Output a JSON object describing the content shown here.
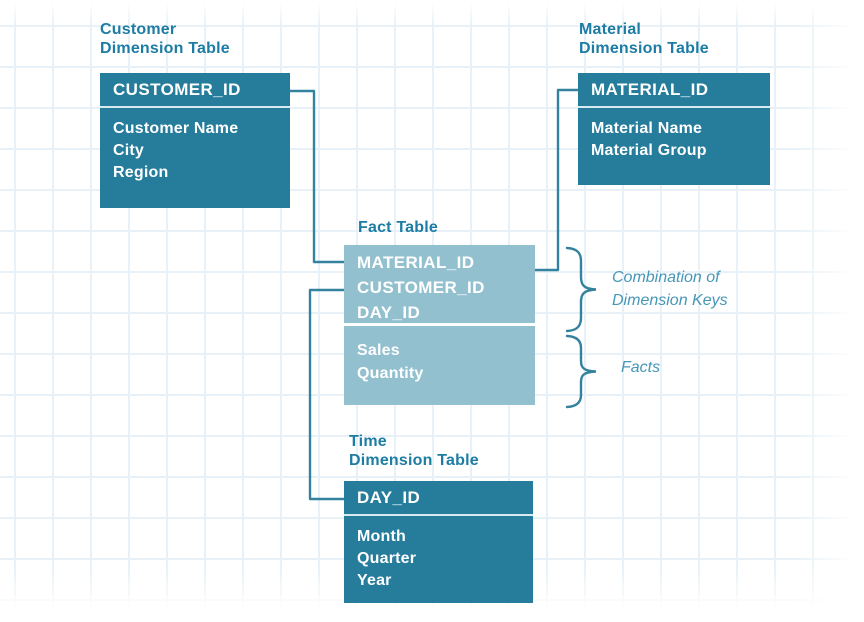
{
  "customer": {
    "title_line1": "Customer",
    "title_line2": "Dimension Table",
    "key": "CUSTOMER_ID",
    "fields": [
      "Customer Name",
      "City",
      "Region"
    ]
  },
  "material": {
    "title_line1": "Material",
    "title_line2": "Dimension Table",
    "key": "MATERIAL_ID",
    "fields": [
      "Material Name",
      "Material Group"
    ]
  },
  "fact": {
    "title": "Fact Table",
    "keys": [
      "MATERIAL_ID",
      "CUSTOMER_ID",
      "DAY_ID"
    ],
    "measures": [
      "Sales",
      "Quantity"
    ]
  },
  "time": {
    "title_line1": "Time",
    "title_line2": "Dimension Table",
    "key": "DAY_ID",
    "fields": [
      "Month",
      "Quarter",
      "Year"
    ]
  },
  "annotations": {
    "keys_line1": "Combination of",
    "keys_line2": "Dimension Keys",
    "facts": "Facts"
  },
  "colors": {
    "box_teal": "#257c9b",
    "fact_blue": "#93c0cf",
    "title_teal": "#1d7ca3",
    "annotation_teal": "#4696b6",
    "connector_teal": "#35829f",
    "grid_line": "#e7f1f7"
  }
}
